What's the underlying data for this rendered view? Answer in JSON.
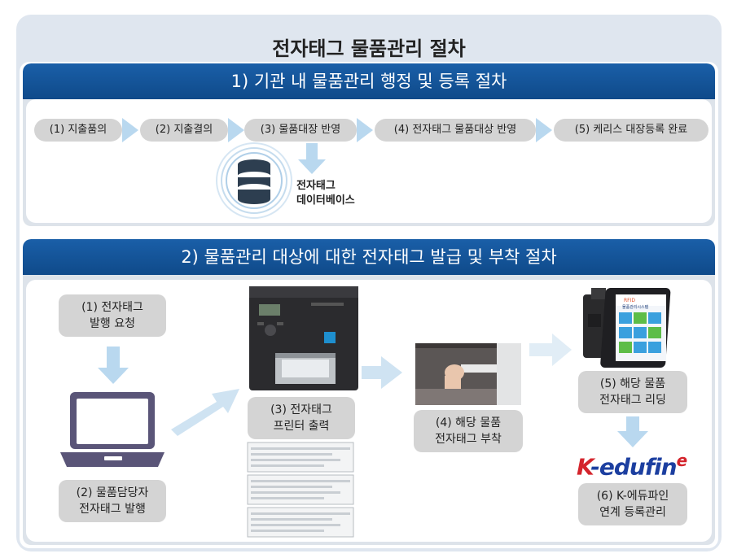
{
  "title": "전자태그 물품관리 절차",
  "section1": {
    "heading": "1) 기관 내 물품관리 행정 및 등록 절차",
    "steps": [
      "(1) 지출품의",
      "(2) 지출결의",
      "(3) 물품대장 반영",
      "(4) 전자태그 물품대상 반영",
      "(5) 케리스 대장등록 완료"
    ],
    "db_line1": "전자태그",
    "db_line2": "데이터베이스"
  },
  "section2": {
    "heading": "2) 물품관리 대상에 대한 전자태그 발급 및 부착 절차",
    "step1": [
      "(1) 전자태그",
      "발행 요청"
    ],
    "step2": [
      "(2) 물품담당자",
      "전자태그 발행"
    ],
    "step3": [
      "(3) 전자태그",
      "프린터 출력"
    ],
    "step4": [
      "(4) 해당 물품",
      "전자태그 부착"
    ],
    "step5": [
      "(5) 해당 물품",
      "전자태그 리딩"
    ],
    "step6": [
      "(6) K-에듀파인",
      "연계 등록관리"
    ],
    "logo_k": "K",
    "logo_main": "-edufin",
    "logo_e": "e",
    "tablet_title": "RFID",
    "tablet_sub": "물품관리시스템"
  }
}
